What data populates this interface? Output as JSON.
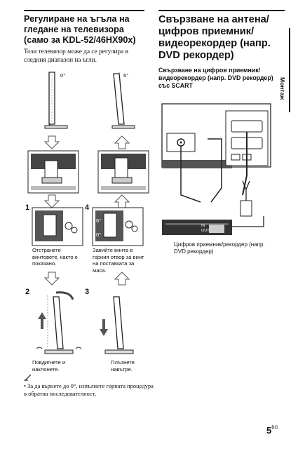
{
  "left": {
    "heading": "Регулиране на ъгъла на гледане на телевизора (само за KDL-52/46HX90x)",
    "intro": "Този телевизор може да се регулира в следния диапазон на ъгли.",
    "angle_0": "0°",
    "angle_6": "6°",
    "steps": {
      "s1": {
        "number": "1",
        "caption": "Отстранете винтовете, както е показано."
      },
      "s4": {
        "number": "4",
        "caption": "Завийте винта в горния отвор за винт на поставката за маса.",
        "label_6": "6°",
        "label_0": "0°"
      },
      "s2": {
        "number": "2",
        "caption": "Повдигнете и наклонете."
      },
      "s3": {
        "number": "3",
        "caption": "Плъзнете навътре."
      }
    },
    "note_icon": "pencil-note-icon",
    "note_text": "За да върнете до 0°, изпълнете горната процедура в обратна последователност."
  },
  "right": {
    "heading": "Свързване на антена/ цифров приемник/ видеорекордер (напр. DVD рекордер)",
    "subheading": "Свързване на цифров приемник/ видеорекордер (напр. DVD рекордер) със SCART",
    "device_caption": "Цифров приемник/рекордер (напр. DVD рекордер)",
    "port_in": "IN",
    "port_out": "OUT"
  },
  "side_tab": "Монтаж",
  "page": {
    "number": "5",
    "suffix": "BG"
  }
}
